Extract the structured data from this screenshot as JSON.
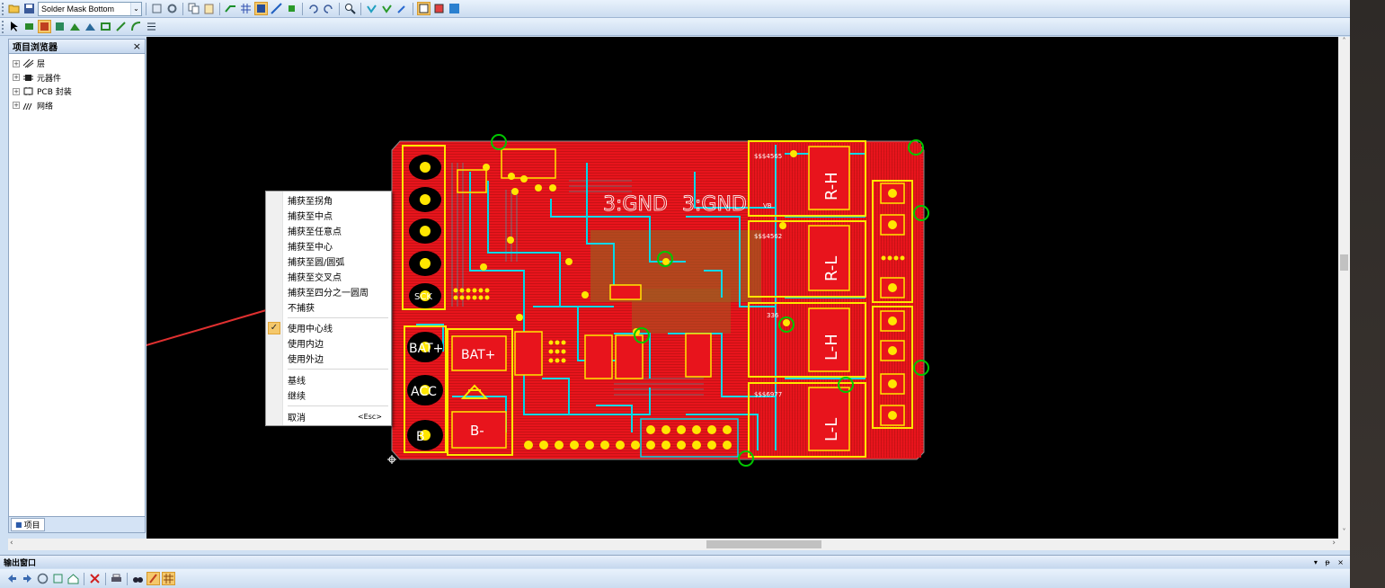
{
  "toolbar": {
    "layer_select": "Solder Mask Bottom",
    "row1_icons": [
      "open-icon",
      "save-icon",
      "props-icon",
      "settings-icon",
      "copy-icon",
      "paste-icon",
      "route-icon",
      "grid-icon",
      "highlight-icon",
      "measure-icon",
      "component-icon",
      "undo-icon",
      "redo-icon",
      "zoom-icon",
      "net-icon",
      "select-net-icon",
      "tool-icon",
      "view1-icon",
      "view2-icon",
      "view3-icon"
    ],
    "row2_icons": [
      "select-pointer-icon",
      "place-pad-icon",
      "place-via-icon",
      "place-component-icon",
      "place-text-icon",
      "place-shape-icon",
      "place-area-icon",
      "place-line-icon",
      "place-arc-icon",
      "list-icon"
    ]
  },
  "project_browser": {
    "title": "项目浏览器",
    "close": "×",
    "tree": [
      {
        "label": "层",
        "icon": "layers-icon"
      },
      {
        "label": "元器件",
        "icon": "component-icon"
      },
      {
        "label": "PCB 封装",
        "icon": "footprint-icon"
      },
      {
        "label": "网络",
        "icon": "net-icon"
      }
    ],
    "tab": "项目"
  },
  "context_menu": {
    "items": [
      {
        "label": "捕获至拐角"
      },
      {
        "label": "捕获至中点"
      },
      {
        "label": "捕获至任意点"
      },
      {
        "label": "捕获至中心"
      },
      {
        "label": "捕获至圆/圆弧"
      },
      {
        "label": "捕获至交叉点"
      },
      {
        "label": "捕获至四分之一圆周"
      },
      {
        "label": "不捕获"
      },
      {
        "label": "使用中心线",
        "checked": true
      },
      {
        "label": "使用内边"
      },
      {
        "label": "使用外边"
      },
      {
        "label": "基线"
      },
      {
        "label": "继续"
      },
      {
        "label": "取消",
        "shortcut": "<Esc>"
      }
    ],
    "check_mark": "✓"
  },
  "pcb": {
    "labels": {
      "gnd1": "3:GND",
      "gnd2": "3:GND",
      "rh": "R-H",
      "rl": "R-L",
      "lh": "L-H",
      "ll": "L-L",
      "bat_pad": "BAT+",
      "bat_comp": "BAT+",
      "acc": "ACC",
      "b_minus": "B-",
      "b_pad": "B",
      "sck": "SCK",
      "ref1": "$$$4565",
      "ref2": "$$$4562",
      "ref3": "336",
      "ref4": "$$$6977",
      "vb": "VB"
    },
    "colors": {
      "board": "#e8141c",
      "outline": "#ffe600",
      "trace": "#00d8e8",
      "via_ring": "#00c800"
    }
  },
  "output_window": {
    "title": "输出窗口",
    "controls": "▾ ᵽ ×",
    "icons": [
      "back-icon",
      "forward-icon",
      "stop-icon",
      "refresh-icon",
      "home-icon",
      "delete-icon",
      "print-icon",
      "find-icon",
      "highlight-icon",
      "table-icon"
    ]
  },
  "scroll": {
    "left": "‹",
    "right": "›",
    "up": "˄",
    "down": "˅"
  }
}
